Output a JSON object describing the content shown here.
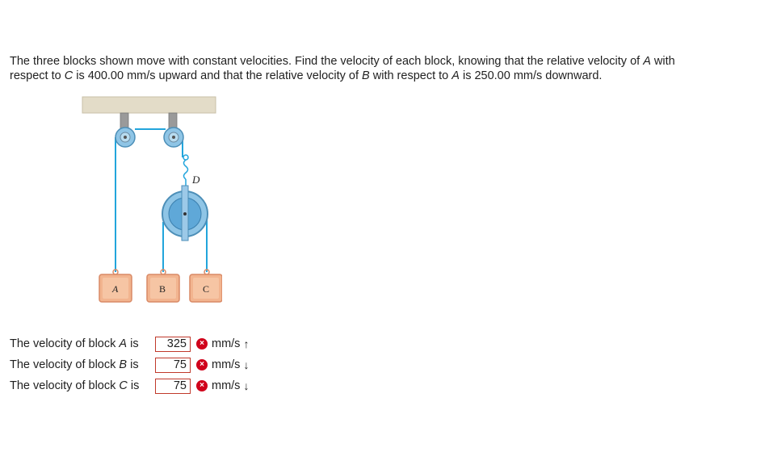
{
  "problem": {
    "line1_a": "The three blocks shown move with constant velocities. Find the velocity of each block, knowing that the relative velocity of ",
    "line1_var": "A",
    "line1_b": " with",
    "line2_a": "respect to ",
    "line2_var": "C",
    "line2_b": " is 400.00 mm/s upward and that the relative velocity of ",
    "line2_var2": "B",
    "line2_c": " with respect to ",
    "line2_var3": "A",
    "line2_d": " is 250.00 mm/s downward."
  },
  "figure": {
    "labels": {
      "A": "A",
      "B": "B",
      "C": "C",
      "D": "D"
    },
    "colors": {
      "ceiling": "#e3dcc8",
      "rope": "#22a5dc",
      "pulley": "#8fc5e6",
      "block": "#f2b48f",
      "block_edge": "#d98a66"
    }
  },
  "answers": [
    {
      "label_pre": "The velocity of block ",
      "var": "A",
      "label_post": " is",
      "value": "325",
      "unit": "mm/s",
      "arrow": "↑",
      "status": "incorrect",
      "arrow_name": "up-arrow-icon"
    },
    {
      "label_pre": "The velocity of block ",
      "var": "B",
      "label_post": " is",
      "value": "75",
      "unit": "mm/s",
      "arrow": "↓",
      "status": "incorrect",
      "arrow_name": "down-arrow-icon"
    },
    {
      "label_pre": "The velocity of block ",
      "var": "C",
      "label_post": " is",
      "value": "75",
      "unit": "mm/s",
      "arrow": "↓",
      "status": "incorrect",
      "arrow_name": "down-arrow-icon"
    }
  ],
  "status_icon": "×"
}
